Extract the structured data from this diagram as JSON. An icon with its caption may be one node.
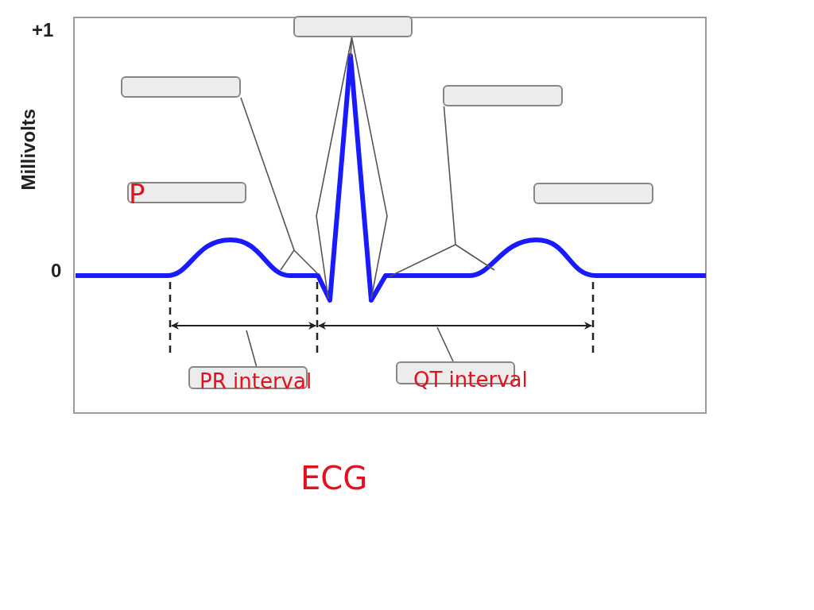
{
  "diagram": {
    "nodes": [
      {
        "text": [],
        "shape": "box"
      },
      {
        "text": [],
        "shape": "box"
      },
      {
        "text": [],
        "shape": "box"
      },
      {
        "text": [
          "P"
        ]
      },
      {
        "text": [],
        "shape": "box"
      },
      {
        "text": [
          "PR interval"
        ]
      },
      {
        "text": [
          "QT interval"
        ]
      }
    ],
    "edges": [
      {
        "from": 0,
        "to": null,
        "arrow": "none"
      },
      {
        "from": 1,
        "to": null,
        "arrow": "none"
      },
      {
        "from": 2,
        "to": null,
        "arrow": "none"
      },
      {
        "from": 5,
        "to": null,
        "arrow": "none"
      },
      {
        "from": 6,
        "to": null,
        "arrow": "none"
      }
    ],
    "labels": [
      "+1",
      "Millivolts",
      "0",
      "ECG"
    ]
  }
}
